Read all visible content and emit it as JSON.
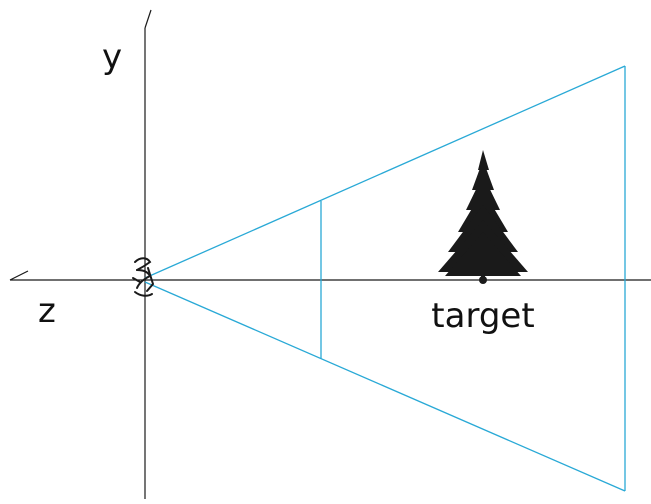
{
  "labels": {
    "y_axis": "y",
    "z_axis": "z",
    "target": "target"
  },
  "icons": {
    "camera": "camera-figure-icon",
    "target": "pine-tree-icon"
  },
  "colors": {
    "frustum": "#29a9d6",
    "axes": "#1a1a1a",
    "tree": "#1a1a1a"
  }
}
